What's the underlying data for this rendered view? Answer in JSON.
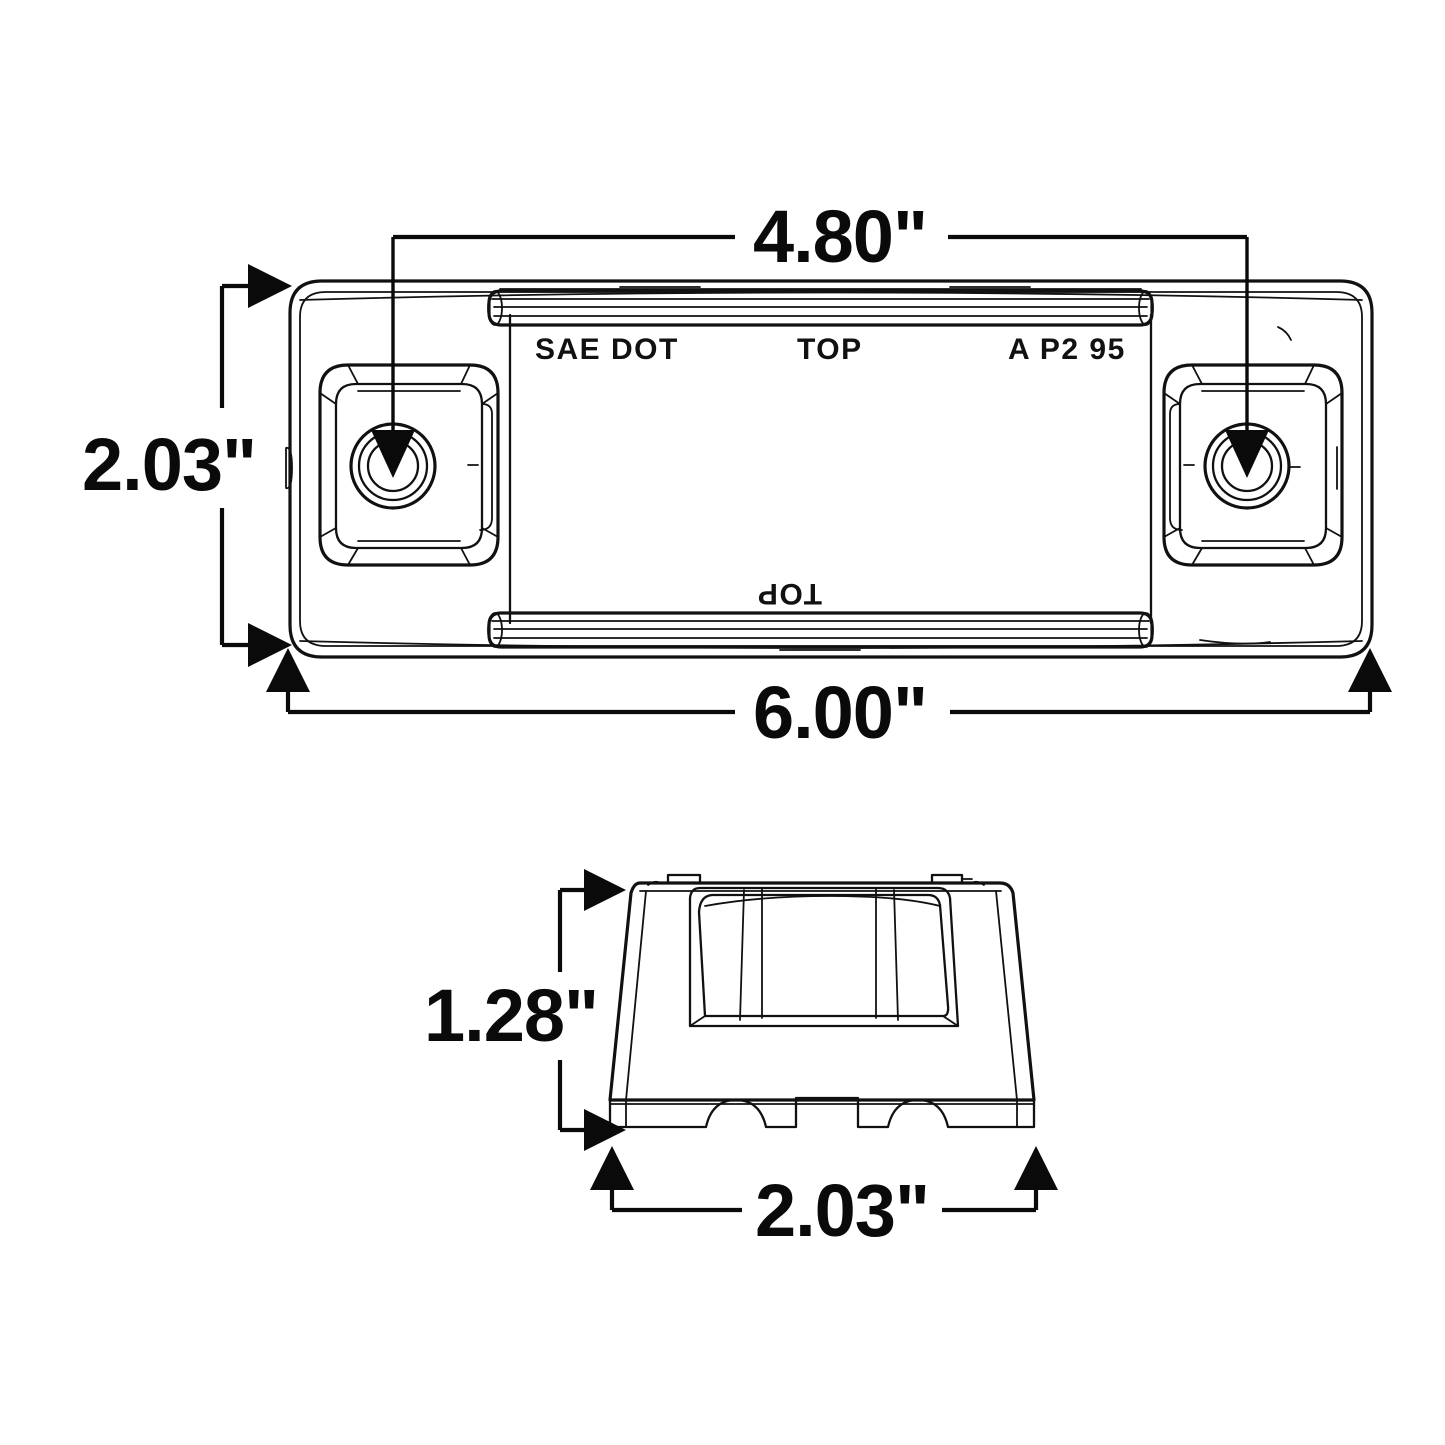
{
  "drawing": {
    "title": "Clearance/Marker Lamp Dimensional Drawing",
    "units": "inches",
    "line_color": "#111111",
    "text_color": "#0a0a0a",
    "background_color": "#ffffff"
  },
  "front_view": {
    "name": "front-view",
    "lens_markings": {
      "left": "SAE DOT",
      "center": "TOP",
      "right": "A P2 95",
      "bottom_inverted": "TOP"
    },
    "dimensions": {
      "bolt_spacing": {
        "label": "4.80\"",
        "value": 4.8,
        "placement": "top",
        "describes": "mounting stud center-to-center spacing"
      },
      "height": {
        "label": "2.03\"",
        "value": 2.03,
        "placement": "left",
        "describes": "overall housing height"
      },
      "width": {
        "label": "6.00\"",
        "value": 6.0,
        "placement": "bottom",
        "describes": "overall housing width"
      }
    }
  },
  "side_view": {
    "name": "side-view",
    "dimensions": {
      "depth": {
        "label": "1.28\"",
        "value": 1.28,
        "placement": "left",
        "describes": "overall housing depth"
      },
      "width": {
        "label": "2.03\"",
        "value": 2.03,
        "placement": "bottom",
        "describes": "overall housing width in side profile"
      }
    }
  },
  "icons": {
    "arrow_right": "arrow-right-icon",
    "arrow_up": "arrow-up-icon",
    "arrow_down": "arrow-down-icon"
  }
}
